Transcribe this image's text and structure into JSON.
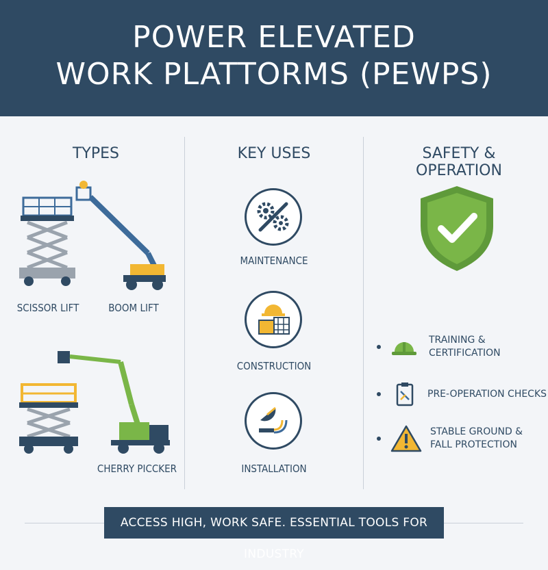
{
  "header": {
    "title_line1": "POWER ELEVATED",
    "title_line2": "WORK PLATTORMS (PEWPS)"
  },
  "columns": {
    "types": {
      "title": "TYPES",
      "items": [
        {
          "label": "SCISSOR LIFT",
          "icon": "scissor-lift-icon"
        },
        {
          "label": "BOOM LIFT",
          "icon": "boom-lift-icon"
        },
        {
          "label": "",
          "icon": "scissor-lift-yellow-icon"
        },
        {
          "label": "CHERRY PICCKER",
          "icon": "cherry-picker-icon"
        }
      ]
    },
    "key_uses": {
      "title": "KEY USES",
      "items": [
        {
          "label": "MAINTENANCE",
          "icon": "gears-wrench-icon"
        },
        {
          "label": "CONSTRUCTION",
          "icon": "hardhat-building-icon"
        },
        {
          "label": "INSTALLATION",
          "icon": "satellite-dish-icon"
        }
      ]
    },
    "safety": {
      "title": "SAFETY & OPERATION",
      "shield_icon": "shield-check-icon",
      "items": [
        {
          "line1": "TRAINING &",
          "line2": "CERTIFICATION",
          "icon": "hardhat-icon"
        },
        {
          "line1": "PRE-OPERATION CHECKS",
          "line2": "",
          "icon": "clipboard-icon"
        },
        {
          "line1": "STABLE GROUND &",
          "line2": "FALL PROTECTION",
          "icon": "warning-icon"
        }
      ]
    }
  },
  "footer": {
    "text": "ACCESS HIGH, WORK SAFE. ESSENTIAL TOOLS FOR INDUSTRY"
  },
  "colors": {
    "navy": "#2f4a63",
    "green": "#7ab648",
    "yellow": "#f2b733",
    "blue": "#3d6b9a",
    "gray": "#9aa3ad"
  }
}
